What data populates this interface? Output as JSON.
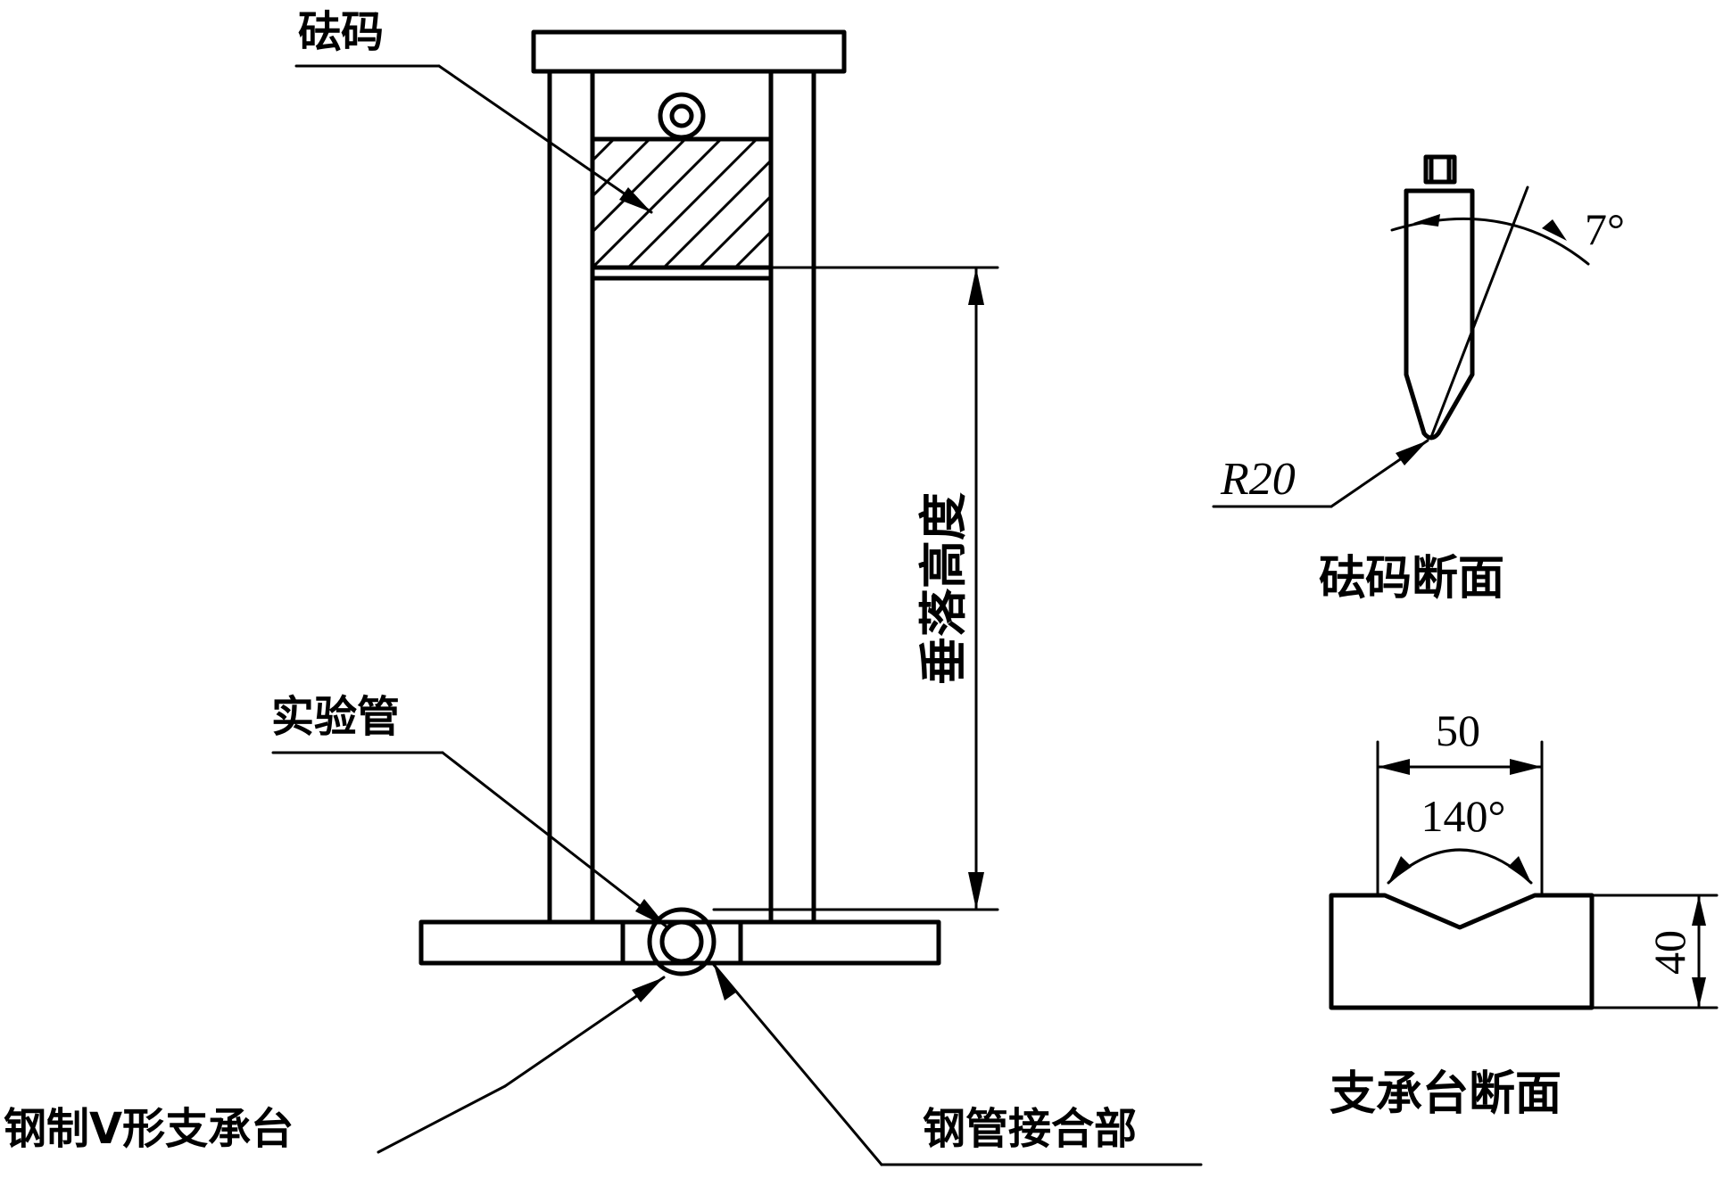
{
  "labels": {
    "weight": "砝码",
    "drop_height": "垂落高度",
    "test_pipe": "实验管",
    "v_support": "钢制V形支承台",
    "pipe_joint": "钢管接合部",
    "weight_section": "砝码断面",
    "support_section": "支承台断面"
  },
  "dimensions": {
    "tip_angle": "7°",
    "tip_radius": "R20",
    "v_width": "50",
    "v_angle": "140°",
    "support_height": "40"
  }
}
